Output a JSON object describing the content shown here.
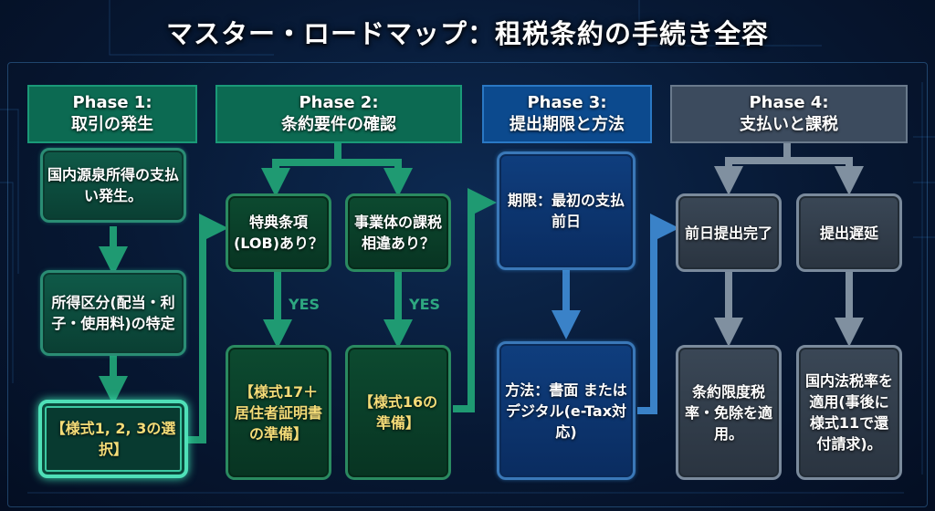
{
  "title": "マスター・ロードマップ：租税条約の手続き全容",
  "colors": {
    "phase1": "#0c6a52",
    "phase2": "#0c6a52",
    "phase3": "#0c4a8e",
    "phase4": "#3c4b5e",
    "green_arrow": "#1f9a72",
    "blue_arrow": "#3a82c8",
    "gray_arrow": "#8090a0",
    "highlight": "#f4dc78"
  },
  "phases": [
    {
      "label": "Phase 1:",
      "subtitle": "取引の発生"
    },
    {
      "label": "Phase 2:",
      "subtitle": "条約要件の確認"
    },
    {
      "label": "Phase 3:",
      "subtitle": "提出期限と方法"
    },
    {
      "label": "Phase 4:",
      "subtitle": "支払いと課税"
    }
  ],
  "phase1": {
    "step1": "国内源泉所得の支払い発生。",
    "step2": "所得区分(配当・利子・使用料)の特定",
    "step3": "【様式1, 2, 3の選択】"
  },
  "phase2": {
    "q1": "特典条項(LOB)あり？",
    "q2": "事業体の課税相違あり？",
    "yes1": "YES",
    "yes2": "YES",
    "r1": "【様式17＋居住者証明書の準備】",
    "r2": "【様式16の準備】"
  },
  "phase3": {
    "deadline": "期限：最初の支払前日",
    "method": "方法：書面 またはデジタル(e-Tax対応)"
  },
  "phase4": {
    "c1": "前日提出完了",
    "c2": "提出遅延",
    "r1": "条約限度税率・免除を適用。",
    "r2": "国内法税率を適用(事後に様式11で還付請求)。"
  }
}
